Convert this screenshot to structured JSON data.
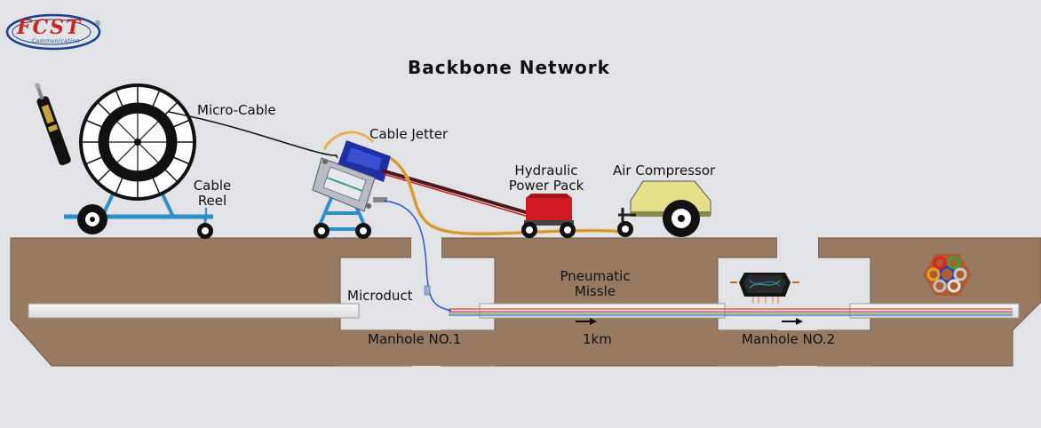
{
  "logo": {
    "brand": "FCST",
    "tagline": "Communication",
    "mark": "®"
  },
  "title": "Backbone Network",
  "labels": {
    "micro_cable": "Micro-Cable",
    "cable_reel_line1": "Cable",
    "cable_reel_line2": "Reel",
    "cable_jetter": "Cable Jetter",
    "hydraulic_line1": "Hydraulic",
    "hydraulic_line2": "Power Pack",
    "air_compressor": "Air Compressor",
    "microduct": "Microduct",
    "pneumatic_line1": "Pneumatic",
    "pneumatic_line2": "Missle",
    "manhole1": "Manhole NO.1",
    "manhole2": "Manhole NO.2",
    "distance": "1km"
  },
  "colors": {
    "background": "#e2e3e7",
    "ground": "#977a61",
    "ground_edge": "#6f5846",
    "reel_stand": "#2f8fc9",
    "jetter_blue": "#1e2fa8",
    "hydraulic_red": "#d11a22",
    "compressor_yellow": "#e6e08a",
    "hose_orange": "#e8b050",
    "duct_blue": "#2a56d6",
    "logo_red": "#c8281e",
    "logo_blue": "#1b3f8f"
  },
  "icons": [
    "fcst-logo-icon",
    "cable-cross-section-icon",
    "cable-reel-icon",
    "cable-jetter-icon",
    "hydraulic-power-pack-icon",
    "air-compressor-icon",
    "splice-closure-icon",
    "microduct-bundle-icon",
    "arrow-right-icon"
  ]
}
